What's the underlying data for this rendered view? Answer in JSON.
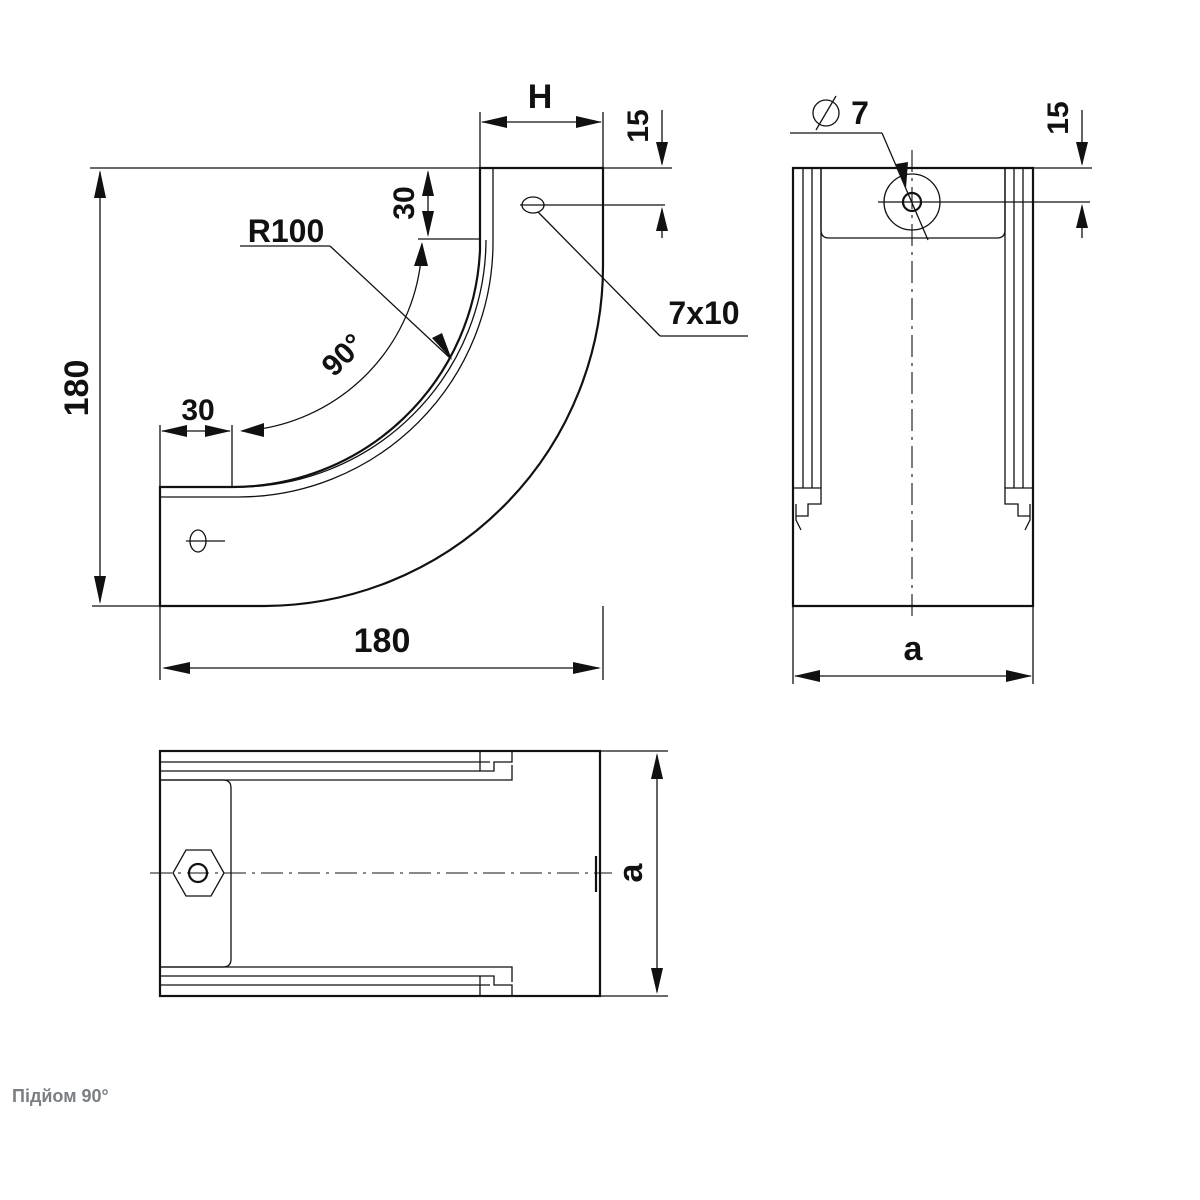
{
  "side_view": {
    "dim_width": "180",
    "dim_height": "180",
    "dim_H": "H",
    "dim_top_15": "15",
    "dim_top_30": "30",
    "dim_left_30": "30",
    "radius": "R100",
    "angle": "90°",
    "slot": "7x10"
  },
  "end_view": {
    "hole": "7",
    "dim_15": "15",
    "dim_a": "a"
  },
  "plan_view": {
    "dim_a": "a"
  },
  "caption": "Підйом 90°"
}
